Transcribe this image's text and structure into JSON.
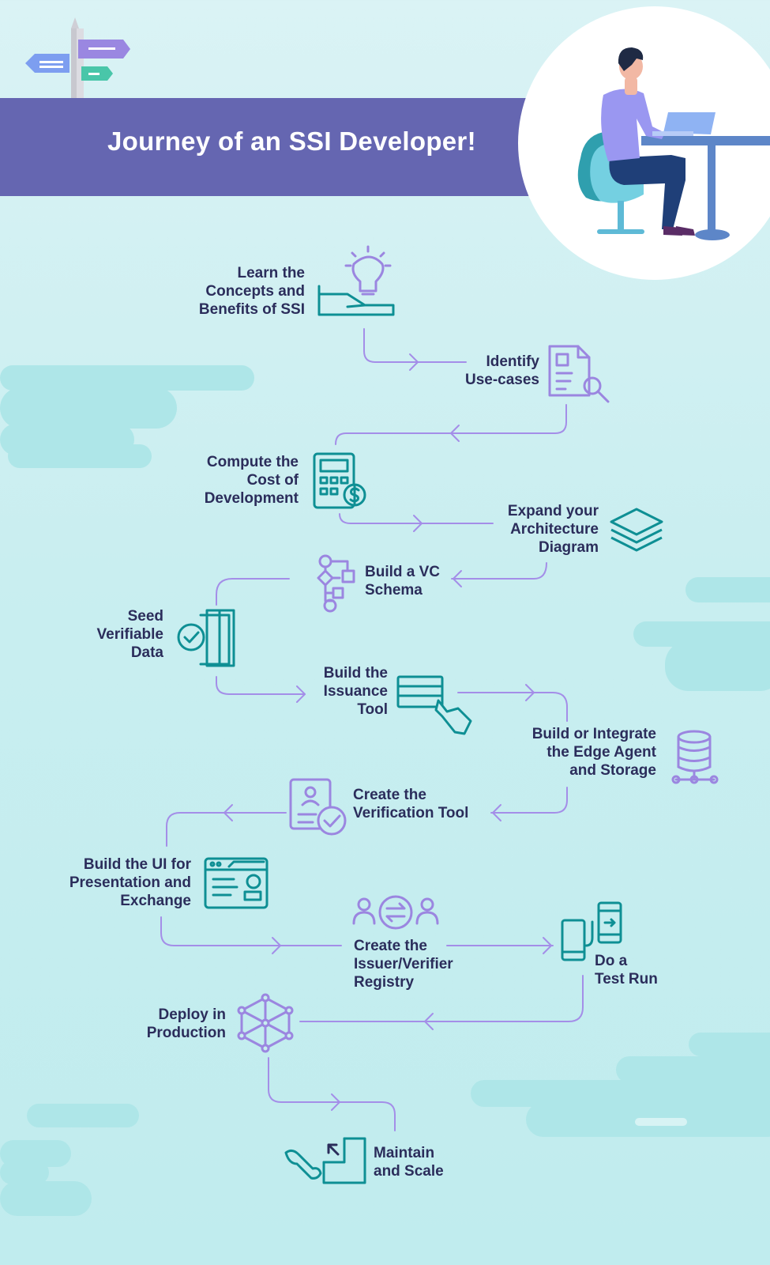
{
  "header": {
    "title": "Journey of an SSI Developer!"
  },
  "steps": [
    {
      "id": "learn",
      "lines": [
        "Learn the",
        "Concepts and",
        "Benefits of SSI"
      ],
      "icon": "lightbulb-hand-icon"
    },
    {
      "id": "usecases",
      "lines": [
        "Identify",
        "Use-cases"
      ],
      "icon": "document-search-icon"
    },
    {
      "id": "cost",
      "lines": [
        "Compute the",
        "Cost of",
        "Development"
      ],
      "icon": "calculator-dollar-icon"
    },
    {
      "id": "architecture",
      "lines": [
        "Expand your",
        "Architecture",
        "Diagram"
      ],
      "icon": "layers-icon"
    },
    {
      "id": "schema",
      "lines": [
        "Build a VC",
        "Schema"
      ],
      "icon": "flowchart-icon"
    },
    {
      "id": "seed",
      "lines": [
        "Seed",
        "Verifiable",
        "Data"
      ],
      "icon": "folder-check-icon"
    },
    {
      "id": "issuance",
      "lines": [
        "Build the",
        "Issuance",
        "Tool"
      ],
      "icon": "card-hand-icon"
    },
    {
      "id": "edge",
      "lines": [
        "Build or Integrate",
        "the Edge Agent",
        "and Storage"
      ],
      "icon": "database-icon"
    },
    {
      "id": "verification",
      "lines": [
        "Create the",
        "Verification Tool"
      ],
      "icon": "id-card-check-icon"
    },
    {
      "id": "ui",
      "lines": [
        "Build the UI for",
        "Presentation and",
        "Exchange"
      ],
      "icon": "browser-window-icon"
    },
    {
      "id": "registry",
      "lines": [
        "Create the",
        "Issuer/Verifier",
        "Registry"
      ],
      "icon": "users-exchange-icon"
    },
    {
      "id": "testrun",
      "lines": [
        "Do a",
        "Test Run"
      ],
      "icon": "devices-icon"
    },
    {
      "id": "deploy",
      "lines": [
        "Deploy in",
        "Production"
      ],
      "icon": "network-cube-icon"
    },
    {
      "id": "maintain",
      "lines": [
        "Maintain",
        "and Scale"
      ],
      "icon": "wrench-expand-icon"
    }
  ],
  "colors": {
    "banner": "#6566b1",
    "teal": "#0e8f94",
    "purple": "#9b86e0",
    "connector": "#a48ee8",
    "text": "#2b2d5b",
    "cloud": "#a9e4e6"
  }
}
